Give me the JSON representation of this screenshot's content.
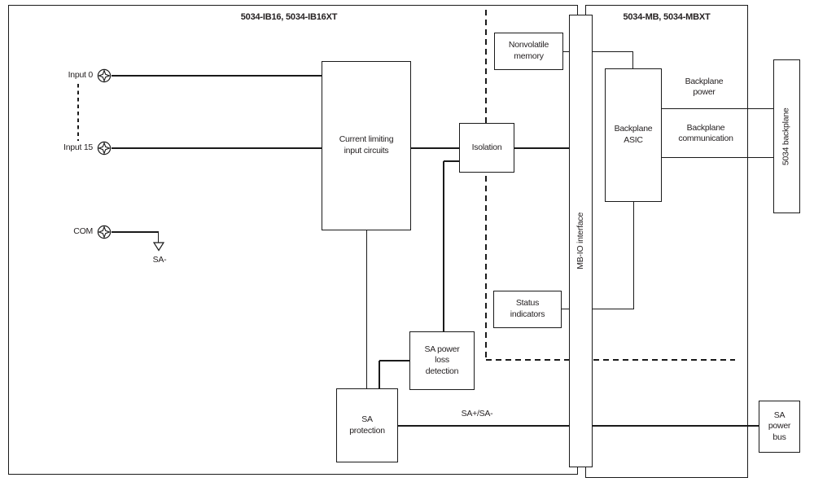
{
  "titles": {
    "left_module": "5034-IB16, 5034-IB16XT",
    "right_module": "5034-MB, 5034-MBXT"
  },
  "terminals": {
    "input0": "Input 0",
    "input15": "Input 15",
    "com": "COM",
    "sa_minus": "SA-"
  },
  "blocks": {
    "current_limiting": "Current limiting\ninput circuits",
    "isolation": "Isolation",
    "nonvolatile_memory": "Nonvolatile\nmemory",
    "status_indicators": "Status\nindicators",
    "mb_io_interface": "MB-IO interface",
    "backplane_asic": "Backplane\nASIC",
    "backplane_5034": "5034 backplane",
    "sa_power_loss_detection": "SA power\nloss\ndetection",
    "sa_protection": "SA\nprotection",
    "sa_power_bus": "SA\npower\nbus"
  },
  "line_labels": {
    "backplane_power": "Backplane\npower",
    "backplane_communication": "Backplane\ncommunication",
    "sa_bus": "SA+/SA-"
  },
  "icons": {
    "terminal": "screw-terminal-icon",
    "ground": "ground-arrow-icon"
  },
  "colors": {
    "background": "#ffffff",
    "line": "#1a1a1a",
    "text": "#231f20"
  }
}
